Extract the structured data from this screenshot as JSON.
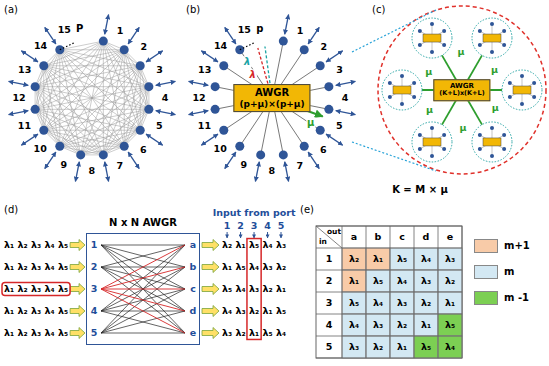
{
  "diagram": {
    "nodes": [
      {
        "text": [
          "AWGR",
          "(p+μ)×(p+μ)"
        ]
      },
      {
        "text": [
          "AWGR",
          "(K+L)x(K+L)"
        ]
      },
      {
        "text": [
          "N x N AWGR"
        ]
      }
    ],
    "labels": [
      "(a)",
      "(b)",
      "(c)",
      "(d)",
      "(e)",
      "1",
      "2",
      "3",
      "4",
      "5",
      "6",
      "7",
      "8",
      "9",
      "10",
      "11",
      "12",
      "13",
      "14",
      "15",
      "P",
      "1",
      "2",
      "3",
      "4",
      "5",
      "6",
      "7",
      "8",
      "9",
      "10",
      "11",
      "12",
      "13",
      "14",
      "15",
      "p",
      "λ",
      "λ",
      "μ",
      "μ",
      "μ",
      "μ",
      "μ",
      "μ",
      "μ",
      "K = M × μ",
      "Input from port",
      "1",
      "2",
      "3",
      "4",
      "5",
      "1",
      "2",
      "3",
      "4",
      "5",
      "a",
      "b",
      "c",
      "d",
      "e",
      "λ₁ λ₂ λ₃ λ₄ λ₅",
      "λ₁ λ₂ λ₃ λ₄ λ₅",
      "λ₁ λ₂ λ₃ λ₄ λ₅",
      "λ₁ λ₂ λ₃ λ₄ λ₅",
      "λ₁ λ₂ λ₃ λ₄ λ₅",
      "λ₂ λ₁ λ₅ λ₄ λ₃",
      "λ₁ λ₅ λ₄ λ₃ λ₂",
      "λ₅ λ₄ λ₃ λ₂ λ₁",
      "λ₄ λ₃ λ₂ λ₁ λ₅",
      "λ₃ λ₂ λ₁ λ₅ λ₄",
      "out",
      "in",
      "a",
      "b",
      "c",
      "d",
      "e",
      "1",
      "2",
      "3",
      "4",
      "5",
      "λ₂",
      "λ₁",
      "λ₅",
      "λ₄",
      "λ₃",
      "λ₁",
      "λ₅",
      "λ₄",
      "λ₃",
      "λ₂",
      "λ₅",
      "λ₄",
      "λ₃",
      "λ₂",
      "λ₁",
      "λ₄",
      "λ₃",
      "λ₂",
      "λ₁",
      "λ₅",
      "λ₃",
      "λ₂",
      "λ₁",
      "λ₅",
      "λ₄"
    ],
    "legend": [
      {
        "text": "m+1",
        "color": "#f8cba8"
      },
      {
        "text": "m",
        "color": "#d3e8f3"
      },
      {
        "text": "m -1",
        "color": "#7ccf53"
      }
    ]
  }
}
